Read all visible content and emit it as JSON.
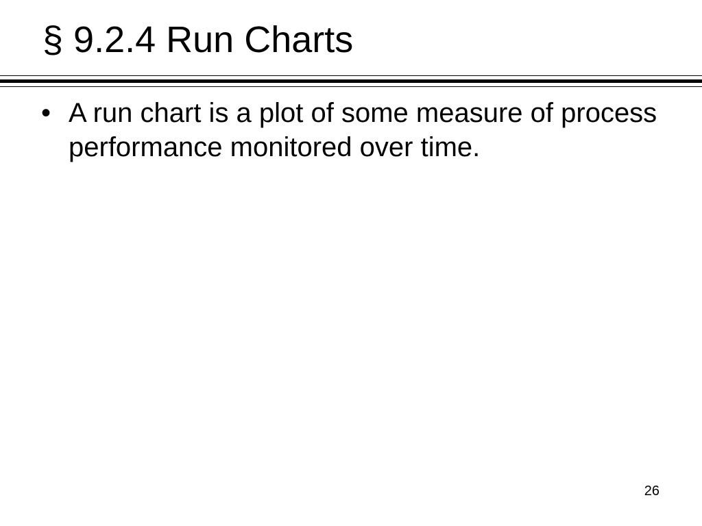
{
  "slide": {
    "title": "§ 9.2.4 Run Charts",
    "bullets": [
      {
        "marker": "•",
        "text": "A run chart is a plot of some measure of process performance monitored over time."
      }
    ],
    "page_number": "26"
  },
  "colors": {
    "background": "#ffffff",
    "text": "#000000",
    "rules": "#000000"
  }
}
